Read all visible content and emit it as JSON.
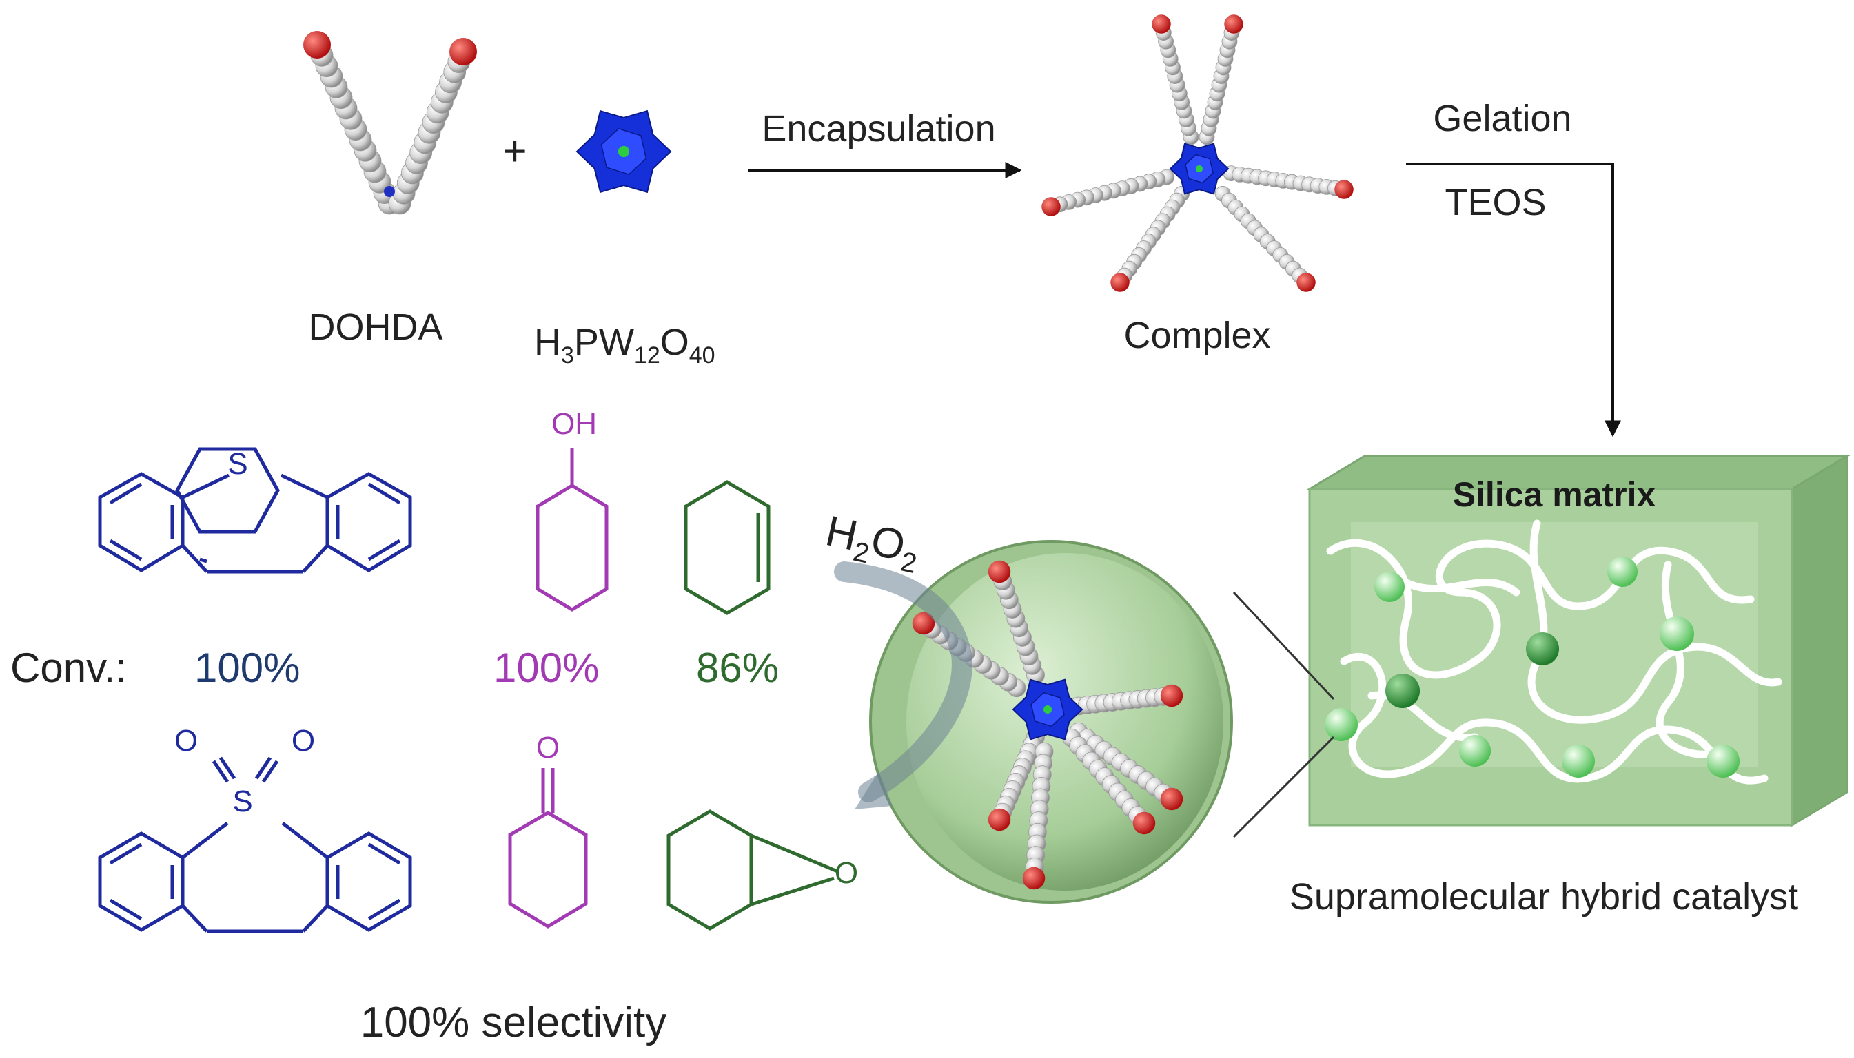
{
  "labels": {
    "dohda": "DOHDA",
    "hpw_main": "H",
    "hpw_3": "3",
    "hpw_pw": "PW",
    "hpw_12": "12",
    "hpw_o": "O",
    "hpw_40": "40",
    "plus": "+",
    "encapsulation": "Encapsulation",
    "complex": "Complex",
    "gelation": "Gelation",
    "teos": "TEOS",
    "silica_matrix": "Silica matrix",
    "catalyst": "Supramolecular hybrid catalyst",
    "h2o2_h": "H",
    "h2o2_2a": "2",
    "h2o2_o": "O",
    "h2o2_2b": "2",
    "conv_label": "Conv.:",
    "conv_dbt": "100%",
    "conv_cyclohexanol": "100%",
    "conv_cyclohexene": "86%",
    "selectivity": "100% selectivity",
    "atom_s": "S",
    "atom_s2": "S",
    "atom_oh": "OH",
    "atom_o1": "O",
    "atom_o2": "O",
    "atom_o3": "O",
    "atom_o4": "O"
  },
  "colors": {
    "dbt": "#1f2a9e",
    "cyclohexanol": "#a23ab3",
    "cyclohexene": "#2f6b2f",
    "polyoxometalate": "#1530d8",
    "oxygen": "#d42020",
    "silica": "#a9cf9c"
  }
}
